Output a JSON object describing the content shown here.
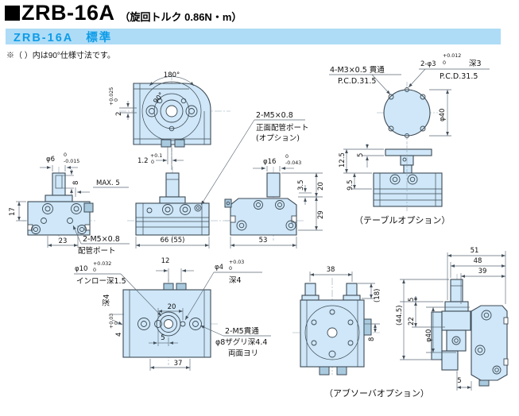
{
  "header": {
    "model": "ZRB-16A",
    "torque": "（旋回トルク 0.86N・m）",
    "bar": "ZRB-16A　標準",
    "note": "※（ ）内は90°仕様寸法です。"
  },
  "plan": {
    "a180": "180°",
    "a90": "90°",
    "d2": "2",
    "d2t": "+0.025",
    "d2b": "0",
    "d12": "1.2",
    "d12t": "+0.1",
    "d12b": "0"
  },
  "front_left": {
    "dia": "φ6",
    "dt": "0",
    "db": "-0.015",
    "slot": "8",
    "max": "MAX. 5",
    "h17": "17",
    "w23": "23",
    "port1": "2-M5×0.8",
    "port2": "配管ポート"
  },
  "front": {
    "w": "66 (55)",
    "l1": "2-M5×0.8",
    "l2": "正面配管ポート",
    "l3": "(オプション)"
  },
  "side": {
    "dia": "φ16",
    "dt": "0",
    "db": "-0.043",
    "d35": "3.5",
    "d20": "20",
    "d29": "29",
    "w": "53"
  },
  "table": {
    "m3": "4-M3×0.5 貫通",
    "pcd1": "P.C.D.31.5",
    "pin": "2-φ3",
    "pint": "+0.012",
    "pinb": "0",
    "pind": "深3",
    "pcd2": "P.C.D.31.5",
    "dia": "φ40",
    "d125": "12.5",
    "d5": "5",
    "d95": "9.5",
    "cap": "（テーブルオプション）"
  },
  "bottom": {
    "inro": "φ10",
    "inrot": "+0.032",
    "inrob": "0",
    "inro2": "インロー深1.5",
    "d12": "12",
    "hole": "φ4",
    "holet": "+0.03",
    "holeb": "0",
    "holed": "深4",
    "d20": "20",
    "d5": "5",
    "d37": "37",
    "s4": "4",
    "s4t": "+0.03",
    "s4b": "0",
    "s4d": "深4",
    "m51": "2-M5貫通",
    "m52": "φ8ザグリ深4.4",
    "m53": "両面ヨリ"
  },
  "absorber": {
    "d38": "38",
    "d18": "(18)",
    "d8": "8",
    "d51": "51",
    "d48": "48",
    "d39": "39",
    "d445": "(44.5)",
    "d5a": "5",
    "d22": "22",
    "dia": "φ40",
    "d5b": "5",
    "cap": "（アブソーバオプション）"
  }
}
